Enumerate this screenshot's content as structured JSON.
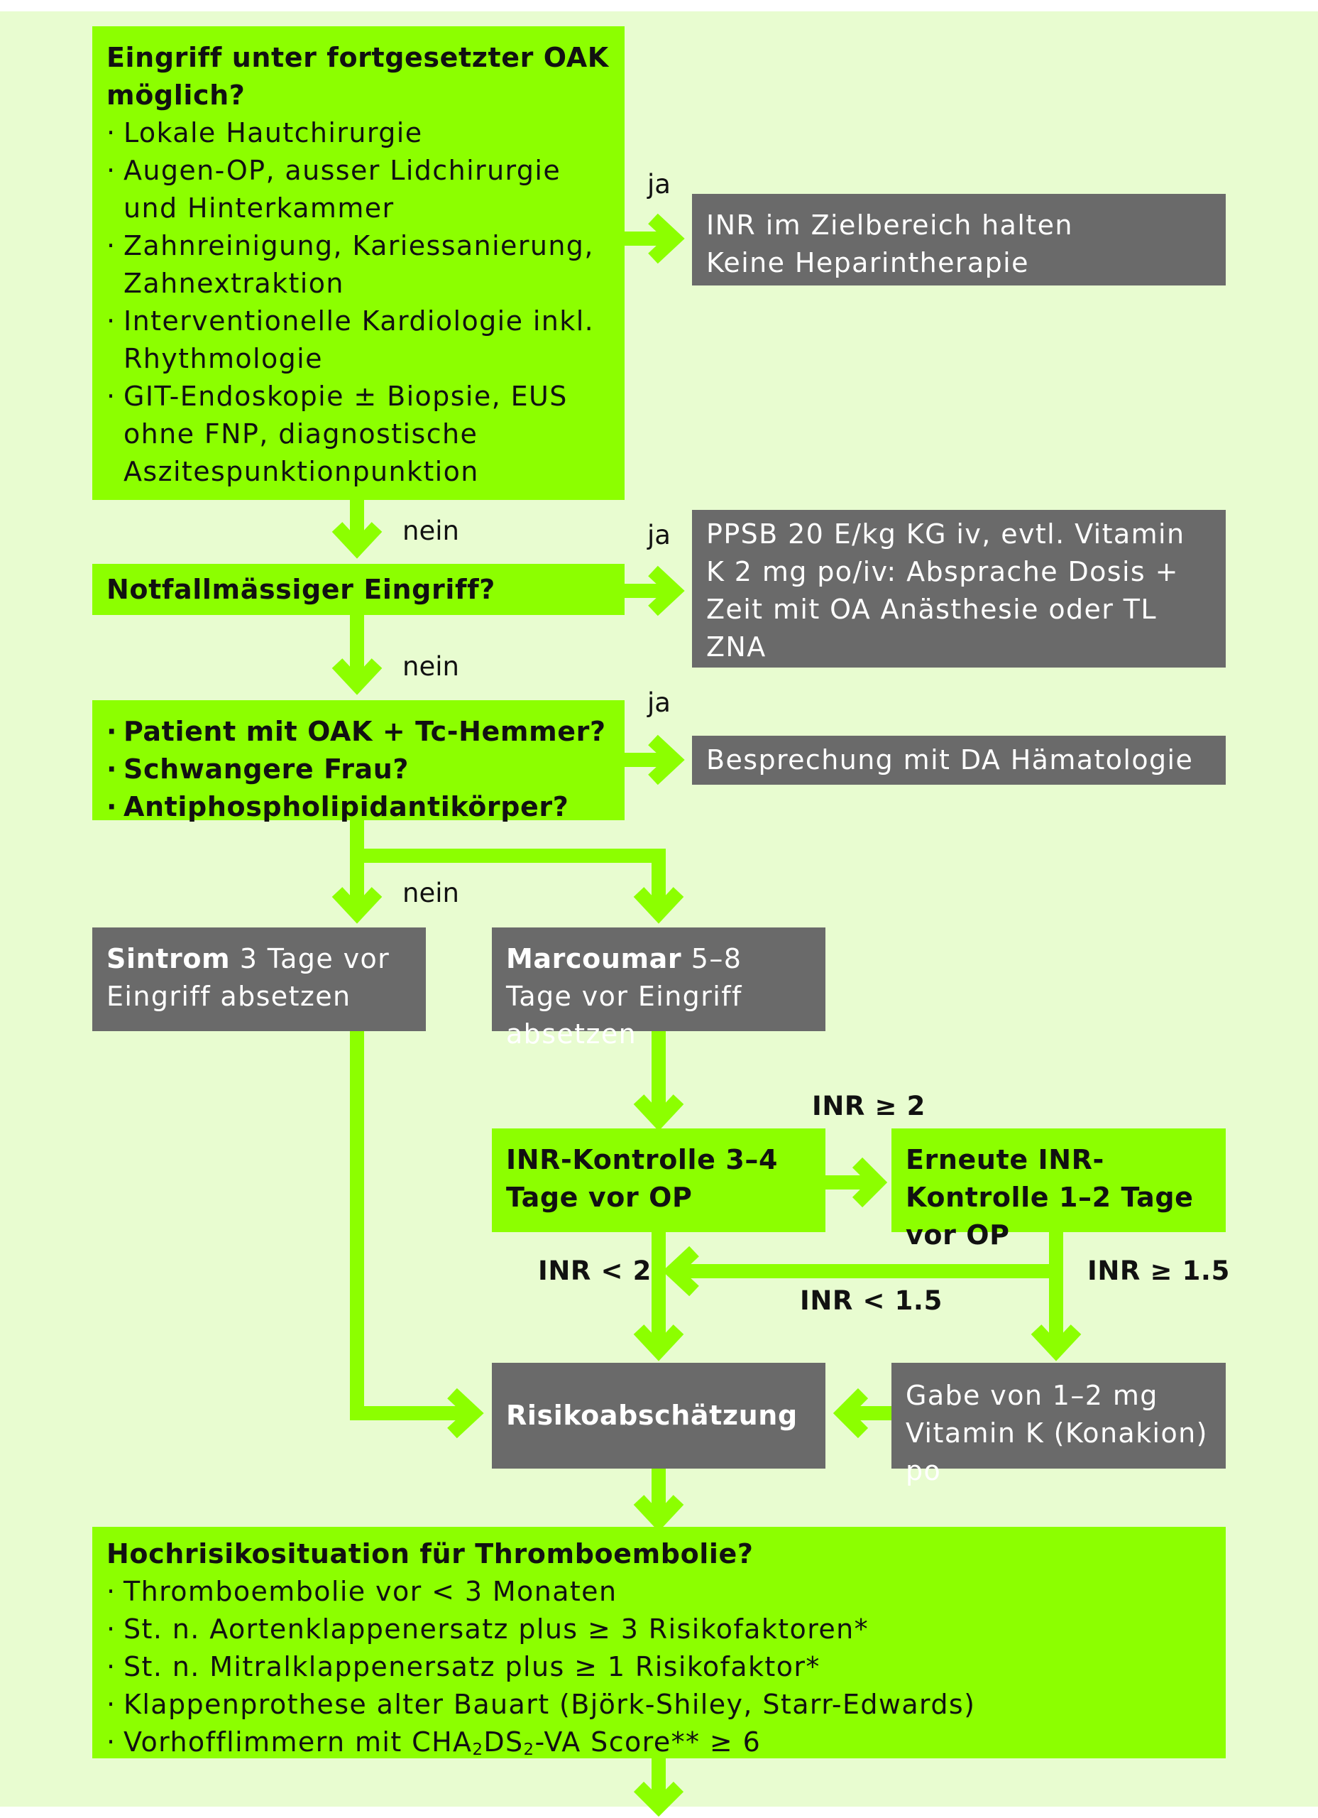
{
  "boxes": {
    "oak_continue": {
      "title": "Eingriff unter fortgesetzter OAK möglich?",
      "items": [
        "Lokale Hautchirurgie",
        "Augen-OP, ausser Lidchirurgie und Hinterkammer",
        "Zahnreinigung, Kariessanierung, Zahnextraktion",
        "Interventionelle Kardiologie inkl. Rhythmologie",
        "GIT-Endoskopie ± Biopsie, EUS ohne FNP, diagnostische Aszitespunktionpunktion"
      ]
    },
    "inr_target": {
      "lines": [
        "INR im Zielbereich halten",
        "Keine Heparintherapie"
      ]
    },
    "emergency": {
      "title": "Notfallmässiger Eingriff?"
    },
    "ppsb": {
      "lines": [
        "PPSB 20 E/kg KG iv, evtl. Vitamin K 2 mg po/iv: Absprache Dosis + Zeit mit OA Anästhesie oder TL ZNA"
      ]
    },
    "special": {
      "items": [
        "Patient mit OAK + Tc-Hemmer?",
        "Schwangere Frau?",
        "Antiphospholipidantikörper?"
      ]
    },
    "hematology": {
      "text": "Besprechung mit DA Hämatologie"
    },
    "sintrom": {
      "bold": "Sintrom",
      "rest": " 3 Tage vor Eingriff absetzen"
    },
    "marcoumar": {
      "bold": "Marcoumar",
      "rest": " 5–8 Tage vor Eingriff absetzen"
    },
    "inr_check1": {
      "title": "INR-Kontrolle 3–4 Tage vor OP"
    },
    "inr_check2": {
      "title": "Erneute INR-Kontrolle 1–2 Tage vor OP"
    },
    "risk": {
      "title": "Risikoabschätzung"
    },
    "vitamin_k": {
      "lines": [
        "Gabe von 1–2 mg",
        "Vitamin K (Konakion) po"
      ]
    },
    "high_risk": {
      "title": "Hochrisikosituation für Thromboembolie?",
      "items": [
        "Thromboembolie vor < 3 Monaten",
        "St. n. Aortenklappenersatz plus ≥ 3 Risikofaktoren*",
        "St. n. Mitralklappenersatz plus ≥ 1 Risikofaktor*",
        "Klappenprothese alter Bauart (Björk-Shiley, Starr-Edwards)"
      ],
      "last_item_prefix": "Vorhofflimmern mit CHA",
      "last_item_sub1": "2",
      "last_item_mid": "DS",
      "last_item_sub2": "2",
      "last_item_suffix": "-VA Score** ≥ 6"
    }
  },
  "labels": {
    "ja1": "ja",
    "nein1": "nein",
    "ja2": "ja",
    "nein2": "nein",
    "ja3": "ja",
    "nein3": "nein",
    "inr_ge2": "INR ≥ 2",
    "inr_lt2": "INR < 2",
    "inr_lt15": "INR < 1.5",
    "inr_ge15": "INR ≥ 1.5"
  },
  "colors": {
    "background": "#e8fcd0",
    "decision": "#8cff00",
    "action": "#6a6a6a"
  }
}
